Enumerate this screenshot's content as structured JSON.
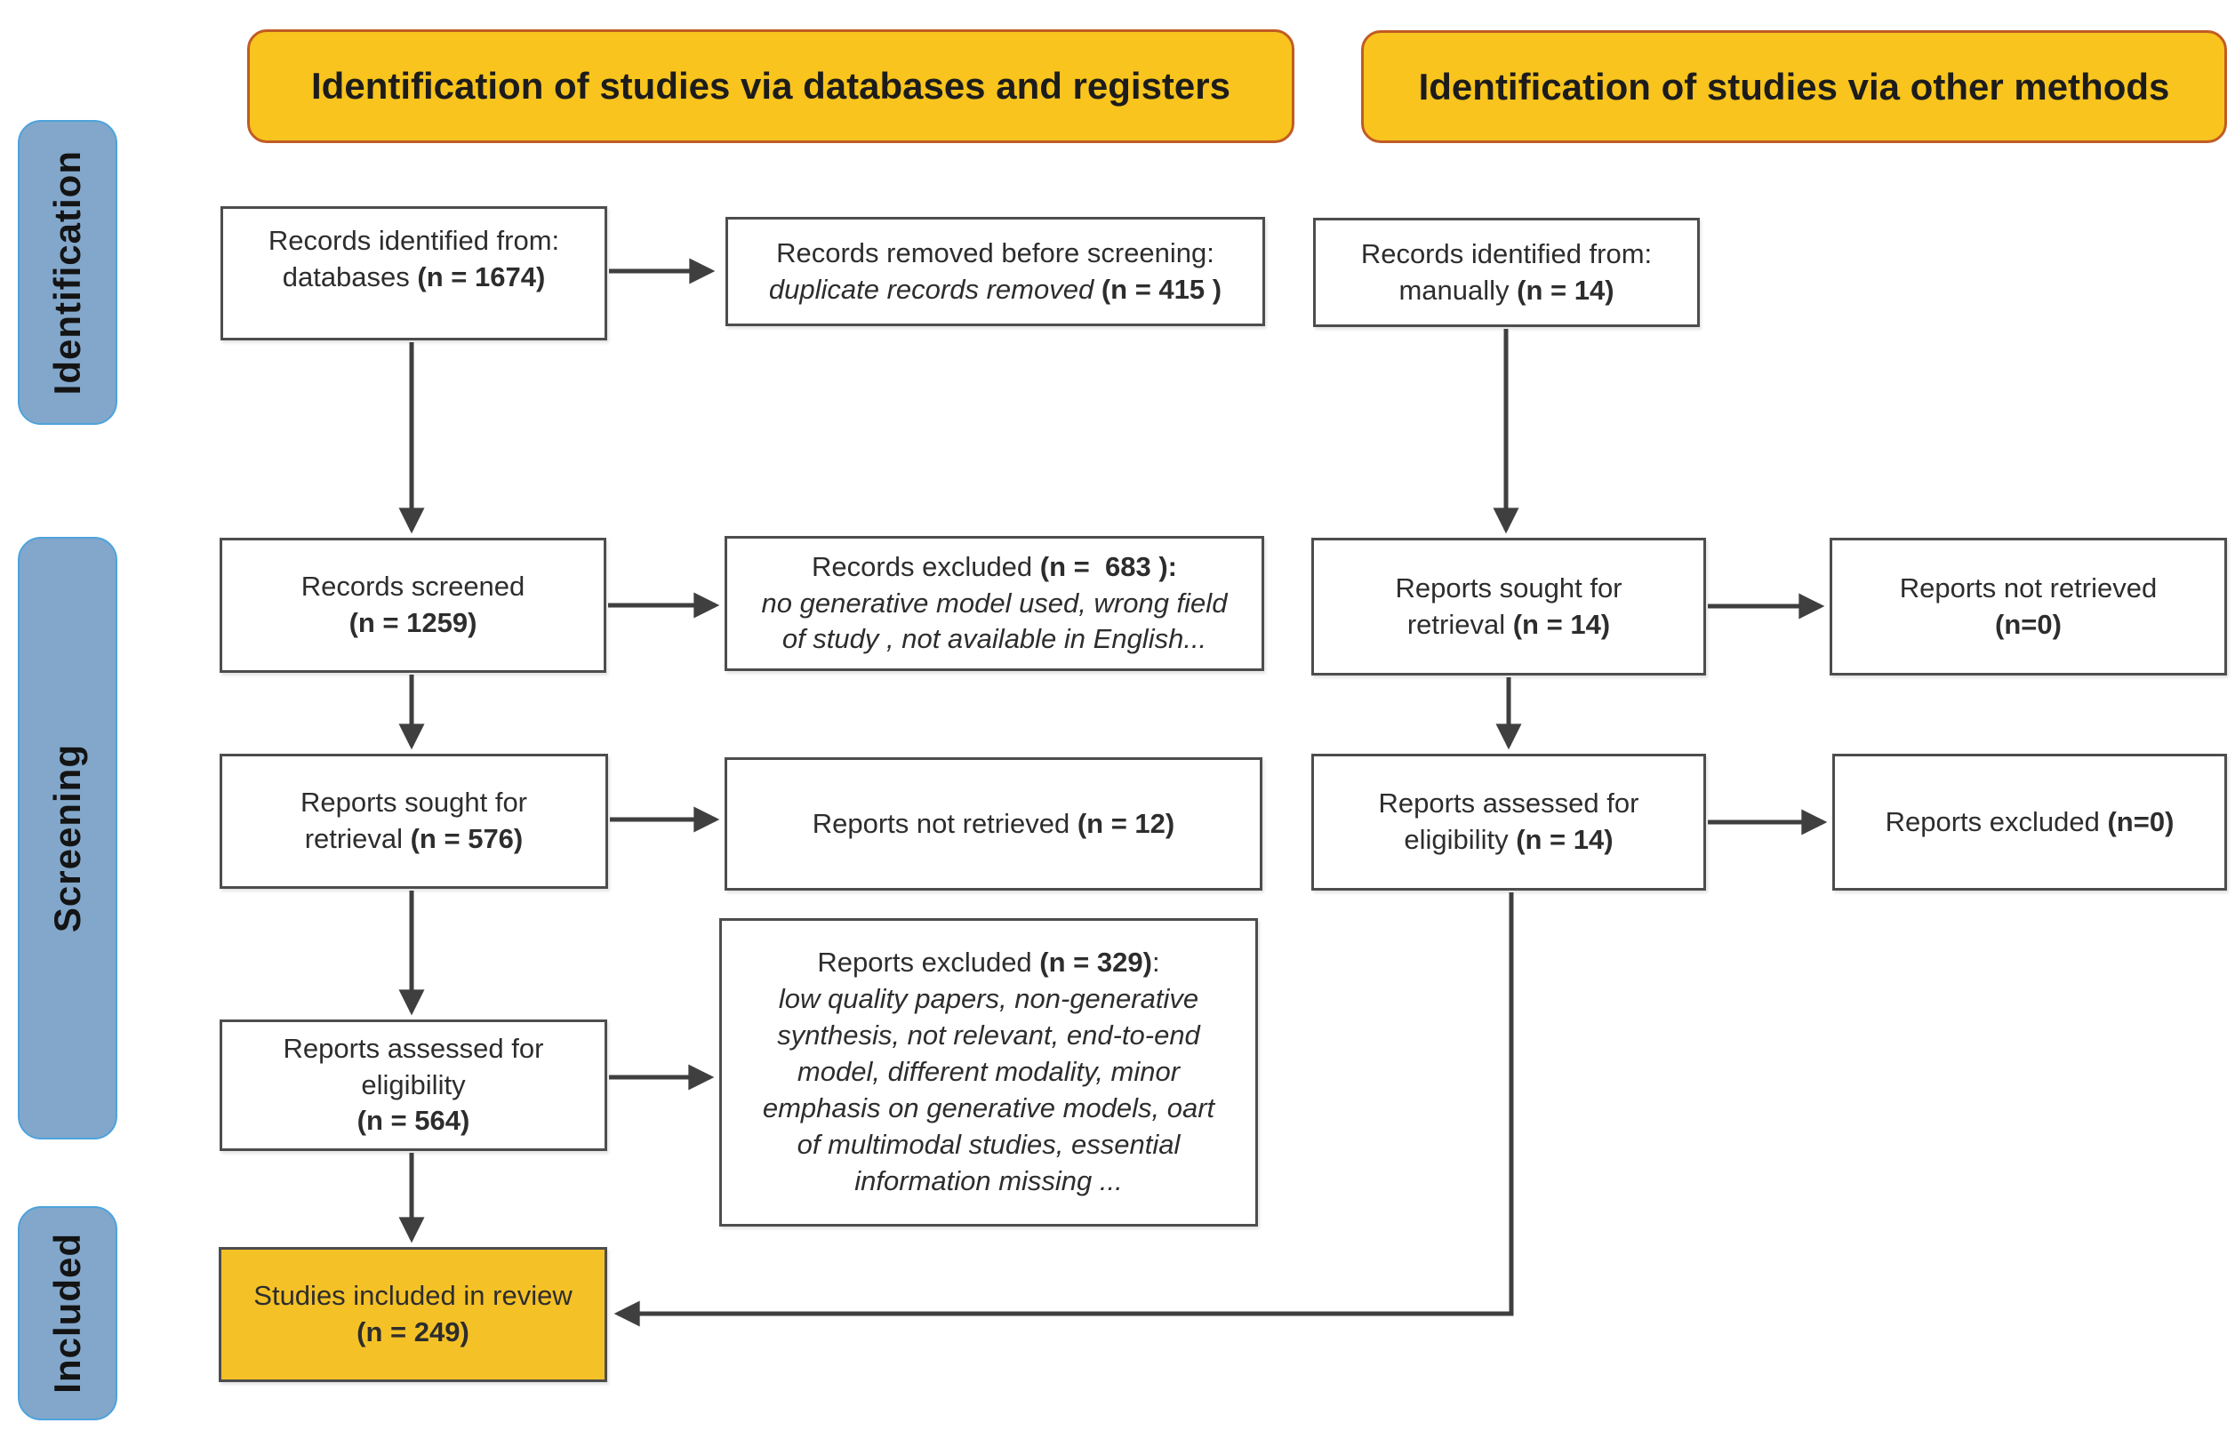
{
  "headers": {
    "databases": "Identification of studies via databases and registers",
    "other": "Identification of studies via other methods"
  },
  "stages": {
    "identification": "Identification",
    "screening": "Screening",
    "included": "Included"
  },
  "boxes": {
    "records_identified_db": {
      "l1": "Records identified from:",
      "l2_text": "databases ",
      "l2_n": "(n = 1674)"
    },
    "records_removed": {
      "l1": "Records removed before screening:",
      "l2_italic": "duplicate records removed ",
      "l2_n": "(n = 415 )"
    },
    "records_identified_manual": {
      "l1": "Records identified from:",
      "l2_text": "manually ",
      "l2_n": "(n = 14)"
    },
    "records_screened": {
      "l1": "Records screened",
      "l2_n": "(n = 1259)"
    },
    "records_excluded": {
      "l1_text": "Records excluded ",
      "l1_n": "(n =  683 ):",
      "i1": "no generative model used, wrong field",
      "i2": "of study , not available in English..."
    },
    "reports_sought_db": {
      "l1": "Reports sought for",
      "l2_text": "retrieval ",
      "l2_n": "(n = 576)"
    },
    "reports_not_retrieved_db": {
      "l1_text": "Reports not retrieved ",
      "l1_n": "(n = 12)"
    },
    "reports_assessed_db": {
      "l1": "Reports assessed for",
      "l2": "eligibility",
      "l3_n": "(n = 564)"
    },
    "reports_excluded_big": {
      "l1_text": "Reports excluded ",
      "l1_n": "(n = 329)",
      "l1_colon": ":",
      "i1": "low quality papers, non-generative",
      "i2": "synthesis, not relevant, end-to-end",
      "i3": "model, different modality, minor",
      "i4": "emphasis on generative models, oart",
      "i5": "of multimodal studies, essential",
      "i6": "information missing ..."
    },
    "studies_included": {
      "l1": "Studies included in review",
      "l2_n": "(n = 249)"
    },
    "reports_sought_other": {
      "l1": "Reports sought for",
      "l2_text": "retrieval ",
      "l2_n": "(n = 14)"
    },
    "reports_not_retrieved_other": {
      "l1": "Reports not retrieved",
      "l2_n": "(n=0)"
    },
    "reports_assessed_other": {
      "l1": "Reports assessed for",
      "l2_text": "eligibility ",
      "l2_n": "(n = 14)"
    },
    "reports_excluded_other": {
      "l1_text": "Reports excluded ",
      "l1_n": "(n=0)"
    }
  },
  "colors": {
    "header_fill": "#F8C41D",
    "header_border": "#C05C24",
    "stage_fill": "#82A7CB",
    "stage_border": "#4DA3DC",
    "box_border": "#4D4D4D",
    "included_fill": "#F4C127",
    "arrow": "#3F3F3F",
    "text": "#2D2D2D"
  }
}
